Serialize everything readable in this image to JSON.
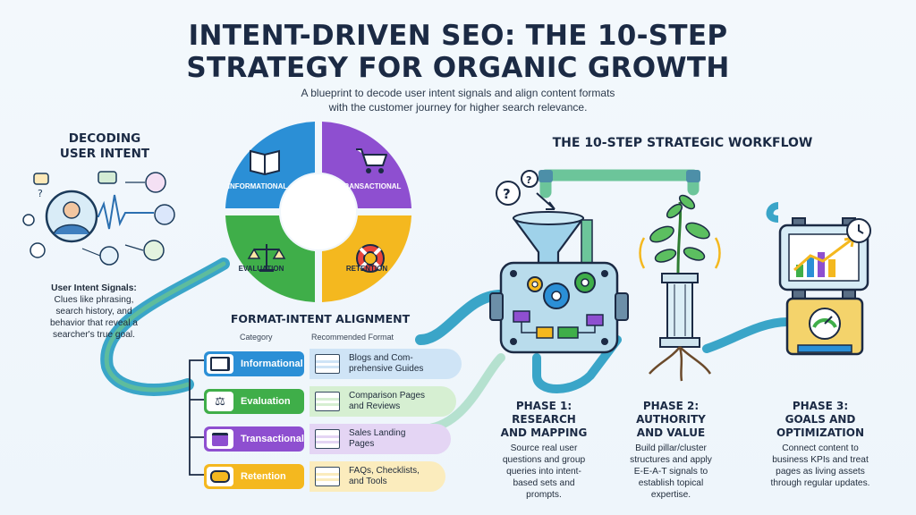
{
  "header": {
    "title_line1": "INTENT-DRIVEN SEO: THE 10-STEP",
    "title_line2": "STRATEGY FOR ORGANIC GROWTH",
    "subtitle_line1": "A blueprint to decode user intent signals and align content formats",
    "subtitle_line2": "with the customer journey for higher search relevance."
  },
  "decoding": {
    "heading_line1": "DECODING",
    "heading_line2": "USER INTENT",
    "signals_label": "User Intent Signals:",
    "signals_line1": "Clues like phrasing,",
    "signals_line2": "search history, and",
    "signals_line3": "behavior that reveal a",
    "signals_line4": "searcher's true goal."
  },
  "intent_wheel": {
    "quadrants": [
      {
        "label": "INFORMATIONAL",
        "color": "#2b8fd6",
        "icon": "book-icon"
      },
      {
        "label": "TRANSACTIONAL",
        "color": "#8e4fd0",
        "icon": "shopping-cart-icon"
      },
      {
        "label": "EVALUATION",
        "color": "#3fae49",
        "icon": "scales-icon"
      },
      {
        "label": "RETENTION",
        "color": "#f4b81f",
        "icon": "lifebuoy-icon"
      }
    ]
  },
  "alignment": {
    "heading": "FORMAT-INTENT ALIGNMENT",
    "col_category": "Category",
    "col_format": "Recommended Format",
    "rows": [
      {
        "category": "Informational",
        "format_line1": "Blogs and Com-",
        "format_line2": "prehensive Guides",
        "color": "#2b8fd6",
        "tint": "#cfe4f6",
        "icon": "book-icon"
      },
      {
        "category": "Evaluation",
        "format_line1": "Comparison Pages",
        "format_line2": "and Reviews",
        "color": "#3fae49",
        "tint": "#d6efd2",
        "icon": "scales-icon"
      },
      {
        "category": "Transactional",
        "format_line1": "Sales Landing",
        "format_line2": "Pages",
        "color": "#8e4fd0",
        "tint": "#e4d5f4",
        "icon": "credit-card-icon"
      },
      {
        "category": "Retention",
        "format_line1": "FAQs, Checklists,",
        "format_line2": "and Tools",
        "color": "#f4b81f",
        "tint": "#fbecbd",
        "icon": "handshake-icon"
      }
    ]
  },
  "workflow": {
    "heading": "THE 10-STEP STRATEGIC WORKFLOW",
    "phases": [
      {
        "h1": "PHASE 1:",
        "h2": "RESEARCH",
        "h3": "AND MAPPING",
        "b1": "Source real user",
        "b2": "questions and group",
        "b3": "queries into intent-",
        "b4": "based sets and",
        "b5": "prompts."
      },
      {
        "h1": "PHASE 2:",
        "h2": "AUTHORITY",
        "h3": "AND VALUE",
        "b1": "Build pillar/cluster",
        "b2": "structures and apply",
        "b3": "E-E-A-T signals to",
        "b4": "establish topical",
        "b5": "expertise."
      },
      {
        "h1": "PHASE 3:",
        "h2": "GOALS AND",
        "h3": "OPTIMIZATION",
        "b1": "Connect content to",
        "b2": "business KPIs and treat",
        "b3": "pages as living assets",
        "b4": "through regular updates.",
        "b5": ""
      }
    ]
  },
  "colors": {
    "pipe": "#3aa5c8",
    "pipe_green": "#7ccf7a",
    "navy": "#1b2a44",
    "machine": "#b9dcec"
  }
}
